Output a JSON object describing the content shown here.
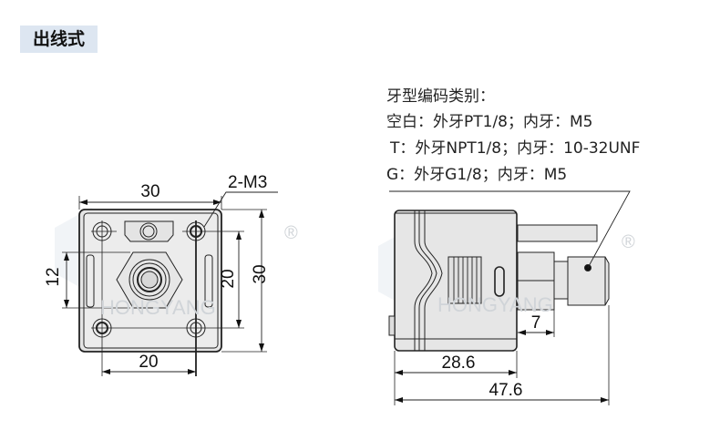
{
  "section_label": "出线式",
  "spec": {
    "title": "牙型编码类别：",
    "lines": [
      "空白：外牙PT1/8；内牙：M5",
      "T：外牙NPT1/8；内牙：10-32UNF",
      "G：外牙G1/8；内牙：M5"
    ]
  },
  "front_view": {
    "width": "30",
    "height": "30",
    "hole_pitch_h": "20",
    "hole_pitch_v": "20",
    "port_size": "12",
    "screw_callout": "2-M3"
  },
  "side_view": {
    "body_length": "28.6",
    "total_length": "47.6",
    "fitting_length": "7"
  },
  "watermark": {
    "brand": "HONGYANG",
    "registered": "®"
  }
}
